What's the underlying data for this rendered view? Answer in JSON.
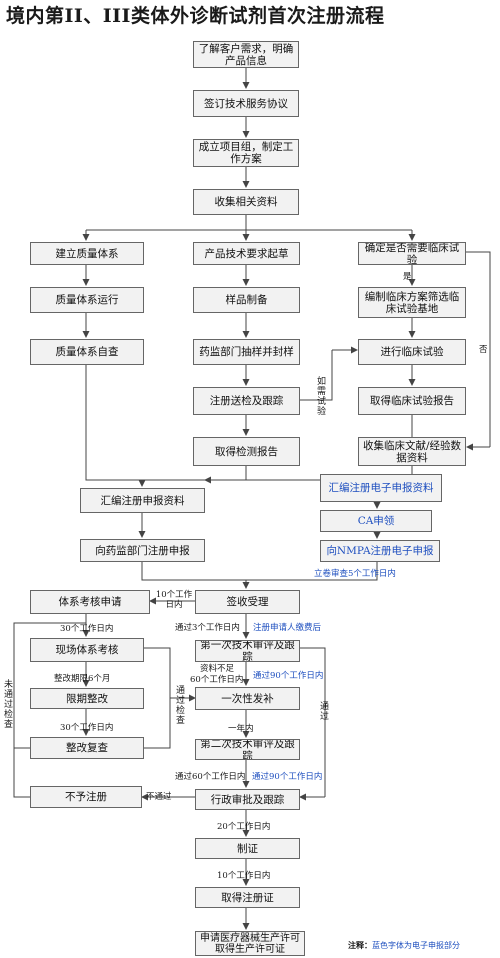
{
  "title": "境内第II、III类体外诊断试剂首次注册流程",
  "boxes": {
    "understand_client": "了解客户需求，明确产品信息",
    "sign_agreement": "签订技术服务协议",
    "establish_project": "成立项目组，制定工作方案",
    "collect_materials": "收集相关资料",
    "quality_system": "建立质量体系",
    "tech_requirements": "产品技术要求起草",
    "clinical_needed": "确定是否需要临床试验",
    "qs_operation": "质量体系运行",
    "sample_prep": "样品制备",
    "clinical_plan": "编制临床方案筛选临床试验基地",
    "qs_self_check": "质量体系自查",
    "sampling_seal": "药监部门抽样并封样",
    "clinical_trial": "进行临床试验",
    "submit_test": "注册送检及跟踪",
    "clinical_report": "取得临床试验报告",
    "test_report": "取得检测报告",
    "collect_clinical": "收集临床文献/经验数据资料",
    "compile_electronic": "汇编注册电子申报资料",
    "compile_materials": "汇编注册申报资料",
    "ca_apply": "CA申领",
    "apply_fda": "向药监部门注册申报",
    "nmpa_submit": "向NMPA注册电子申报",
    "system_review": "体系考核申请",
    "accept": "签收受理",
    "onsite_review": "现场体系考核",
    "first_review": "第一次技术审评及跟踪",
    "rectify": "限期整改",
    "supplement": "一次性发补",
    "recheck": "整改复查",
    "second_review": "第二次技术审评及跟踪",
    "not_registered": "不予注册",
    "admin_approval": "行政审批及跟踪",
    "certificate": "制证",
    "get_certificate": "取得注册证",
    "production_license": "申请医疗器械生产许可取得生产许可证"
  },
  "labels": {
    "yes": "是",
    "no": "否",
    "if_test": "如需试验",
    "accept_days": "立卷审查5个工作日内",
    "ten_days": "10个工作日内",
    "thirty_days_1": "30个工作日内",
    "rectify_6m": "整改期限6个月",
    "thirty_days_2": "30个工作日内",
    "pass_check": "通过检查",
    "fail_check": "未通过检查",
    "within_3_days": "通过3个工作日内",
    "pay_fee": "注册申请人缴费后",
    "insufficient": "资料不足",
    "sixty_days_1": "60个工作日内",
    "pass_90_1": "通过90个工作日内",
    "one_year": "一年内",
    "pass_60": "通过60个工作日内",
    "pass_90_2": "通过90个工作日内",
    "pass_right": "通过",
    "not_pass": "不通过",
    "twenty_days": "20个工作日内",
    "ten_days_2": "10个工作日内"
  },
  "note": {
    "prefix": "注释：",
    "text": "蓝色字体为电子申报部分"
  },
  "colors": {
    "line": "#444444",
    "box_border": "#666666",
    "box_fill": "#f2f2f2",
    "blue_text": "#1e4fbf"
  }
}
